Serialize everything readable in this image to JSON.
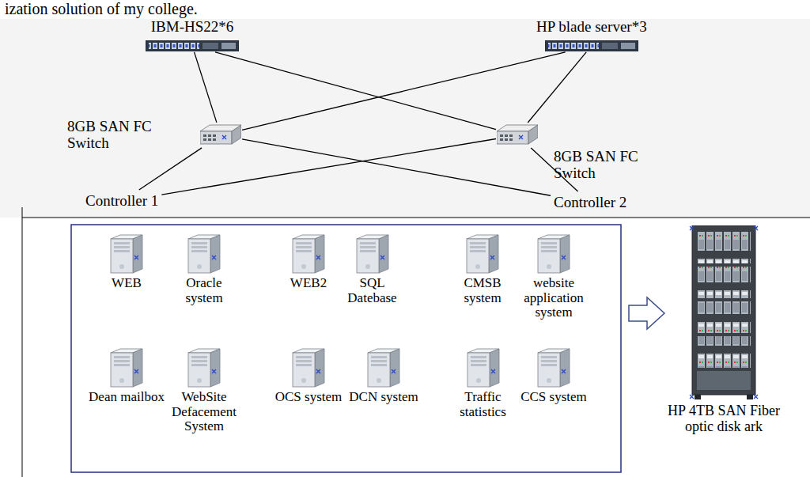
{
  "diagram": {
    "nodes": [
      {
        "text": [
          "IBM-HS22*6"
        ]
      },
      {
        "text": [
          "HP blade server*3"
        ]
      },
      {
        "text": [
          "8GB SAN FC Switch"
        ]
      },
      {
        "text": [
          "8GB SAN FC Switch"
        ]
      },
      {
        "text": [
          "Controller 1"
        ]
      },
      {
        "text": [
          "Controller 2"
        ]
      },
      {
        "text": [
          "WEB"
        ]
      },
      {
        "text": [
          "Oracle system"
        ]
      },
      {
        "text": [
          "WEB2"
        ]
      },
      {
        "text": [
          "SQL Datebase"
        ]
      },
      {
        "text": [
          "CMSB system"
        ]
      },
      {
        "text": [
          "website application system"
        ]
      },
      {
        "text": [
          "Dean mailbox"
        ]
      },
      {
        "text": [
          "WebSite Defacement System"
        ]
      },
      {
        "text": [
          "OCS system"
        ]
      },
      {
        "text": [
          "DCN system"
        ]
      },
      {
        "text": [
          "Traffic statistics"
        ]
      },
      {
        "text": [
          "CCS system"
        ]
      },
      {
        "text": [
          "HP 4TB SAN Fiber optic disk ark"
        ]
      }
    ],
    "edges": [
      {
        "from": 0,
        "to": 2,
        "arrow": "none"
      },
      {
        "from": 0,
        "to": 3,
        "arrow": "none"
      },
      {
        "from": 1,
        "to": 2,
        "arrow": "none"
      },
      {
        "from": 1,
        "to": 3,
        "arrow": "none"
      },
      {
        "from": 2,
        "to": 4,
        "arrow": "none"
      },
      {
        "from": 2,
        "to": 5,
        "arrow": "none"
      },
      {
        "from": 3,
        "to": 4,
        "arrow": "none"
      },
      {
        "from": 3,
        "to": 5,
        "arrow": "none"
      }
    ],
    "labels": [
      "ization solution of my college."
    ]
  }
}
